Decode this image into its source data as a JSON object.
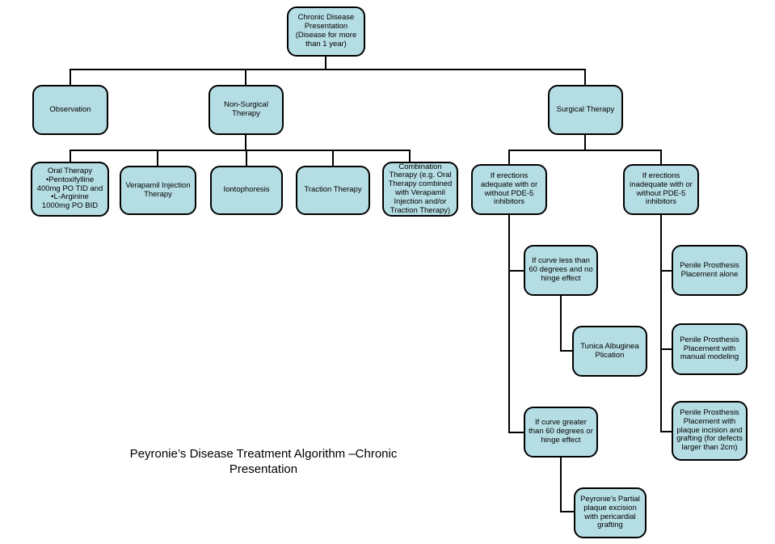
{
  "diagram": {
    "caption": "Peyronie’s Disease Treatment Algorithm –Chronic\nPresentation",
    "colors": {
      "node_fill": "#b5dde4",
      "node_border": "#000000",
      "connector": "#000000",
      "background": "#ffffff",
      "text": "#000000"
    },
    "nodes": {
      "chronic_presentation": {
        "label": "Chronic Disease\nPresentation\n(Disease for more\nthan 1 year)"
      },
      "observation": {
        "label": "Observation"
      },
      "non_surgical_therapy": {
        "label": "Non-Surgical\nTherapy"
      },
      "surgical_therapy": {
        "label": "Surgical Therapy"
      },
      "oral_therapy": {
        "label": "Oral Therapy\n•Pentoxifylline\n400mg PO TID and\n•L-Arginine\n1000mg PO BID"
      },
      "verapamil_injection": {
        "label": "Verapamil Injection\nTherapy"
      },
      "iontophoresis": {
        "label": "Iontophoresis"
      },
      "traction_therapy": {
        "label": "Traction Therapy"
      },
      "combination_therapy": {
        "label": "Combination\nTherapy (e.g. Oral\nTherapy combined\nwith Verapamil\nInjection and/or\nTraction Therapy)"
      },
      "erections_adequate": {
        "label": "If erections\nadequate with or\nwithout PDE-5\ninhibitors"
      },
      "erections_inadequate": {
        "label": "If erections\ninadequate with or\nwithout PDE-5\ninhibitors"
      },
      "curve_less_60": {
        "label": "If curve less than\n60 degrees and no\nhinge effect"
      },
      "tunica_albuginea_plication": {
        "label": "Tunica Albuginea\nPlication"
      },
      "curve_greater_60": {
        "label": "If curve greater\nthan 60 degrees or\nhinge effect"
      },
      "partial_plaque_excision": {
        "label": "Peyronie’s Partial\nplaque excision\nwith pericardial\ngrafting"
      },
      "prosthesis_alone": {
        "label": "Penile Prosthesis\nPlacement alone"
      },
      "prosthesis_manual_modeling": {
        "label": "Penile Prosthesis\nPlacement with\nmanual modeling"
      },
      "prosthesis_plaque_grafting": {
        "label": "Penile Prosthesis\nPlacement with\nplaque incision and\ngrafting (for defects\nlarger than 2cm)"
      }
    }
  }
}
